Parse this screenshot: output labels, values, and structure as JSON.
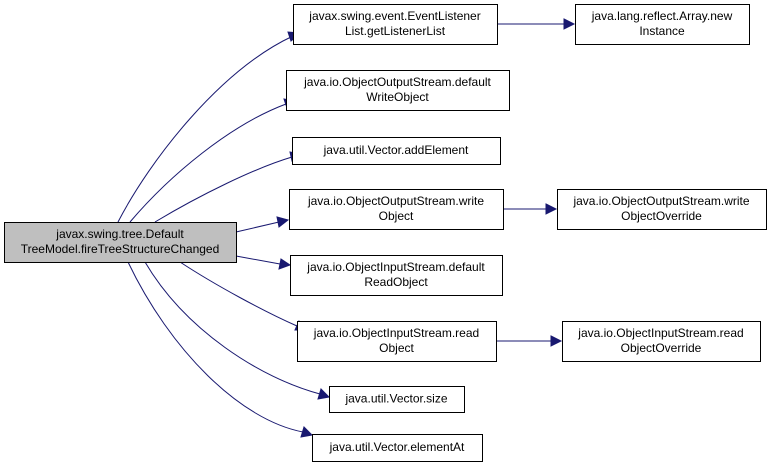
{
  "diagram": {
    "kind": "call-graph",
    "colors": {
      "root_fill": "#bfbfbf",
      "node_fill": "#ffffff",
      "border": "#000000",
      "edge": "#191970"
    },
    "nodes": [
      {
        "id": "root",
        "lines": [
          "javax.swing.tree.Default",
          "TreeModel.fireTreeStructureChanged"
        ],
        "is_root": true
      },
      {
        "id": "n1",
        "lines": [
          "javax.swing.event.EventListener",
          "List.getListenerList"
        ]
      },
      {
        "id": "n2",
        "lines": [
          "java.lang.reflect.Array.new",
          "Instance"
        ]
      },
      {
        "id": "n3",
        "lines": [
          "java.io.ObjectOutputStream.default",
          "WriteObject"
        ]
      },
      {
        "id": "n4",
        "lines": [
          "java.util.Vector.addElement"
        ]
      },
      {
        "id": "n5",
        "lines": [
          "java.io.ObjectOutputStream.write",
          "Object"
        ]
      },
      {
        "id": "n6",
        "lines": [
          "java.io.ObjectOutputStream.write",
          "ObjectOverride"
        ]
      },
      {
        "id": "n7",
        "lines": [
          "java.io.ObjectInputStream.default",
          "ReadObject"
        ]
      },
      {
        "id": "n8",
        "lines": [
          "java.io.ObjectInputStream.read",
          "Object"
        ]
      },
      {
        "id": "n9",
        "lines": [
          "java.io.ObjectInputStream.read",
          "ObjectOverride"
        ]
      },
      {
        "id": "n10",
        "lines": [
          "java.util.Vector.size"
        ]
      },
      {
        "id": "n11",
        "lines": [
          "java.util.Vector.elementAt"
        ]
      }
    ],
    "edges": [
      {
        "from": "root",
        "to": "n1"
      },
      {
        "from": "n1",
        "to": "n2"
      },
      {
        "from": "root",
        "to": "n3"
      },
      {
        "from": "root",
        "to": "n4"
      },
      {
        "from": "root",
        "to": "n5"
      },
      {
        "from": "n5",
        "to": "n6"
      },
      {
        "from": "root",
        "to": "n7"
      },
      {
        "from": "root",
        "to": "n8"
      },
      {
        "from": "n8",
        "to": "n9"
      },
      {
        "from": "root",
        "to": "n10"
      },
      {
        "from": "root",
        "to": "n11"
      }
    ]
  }
}
